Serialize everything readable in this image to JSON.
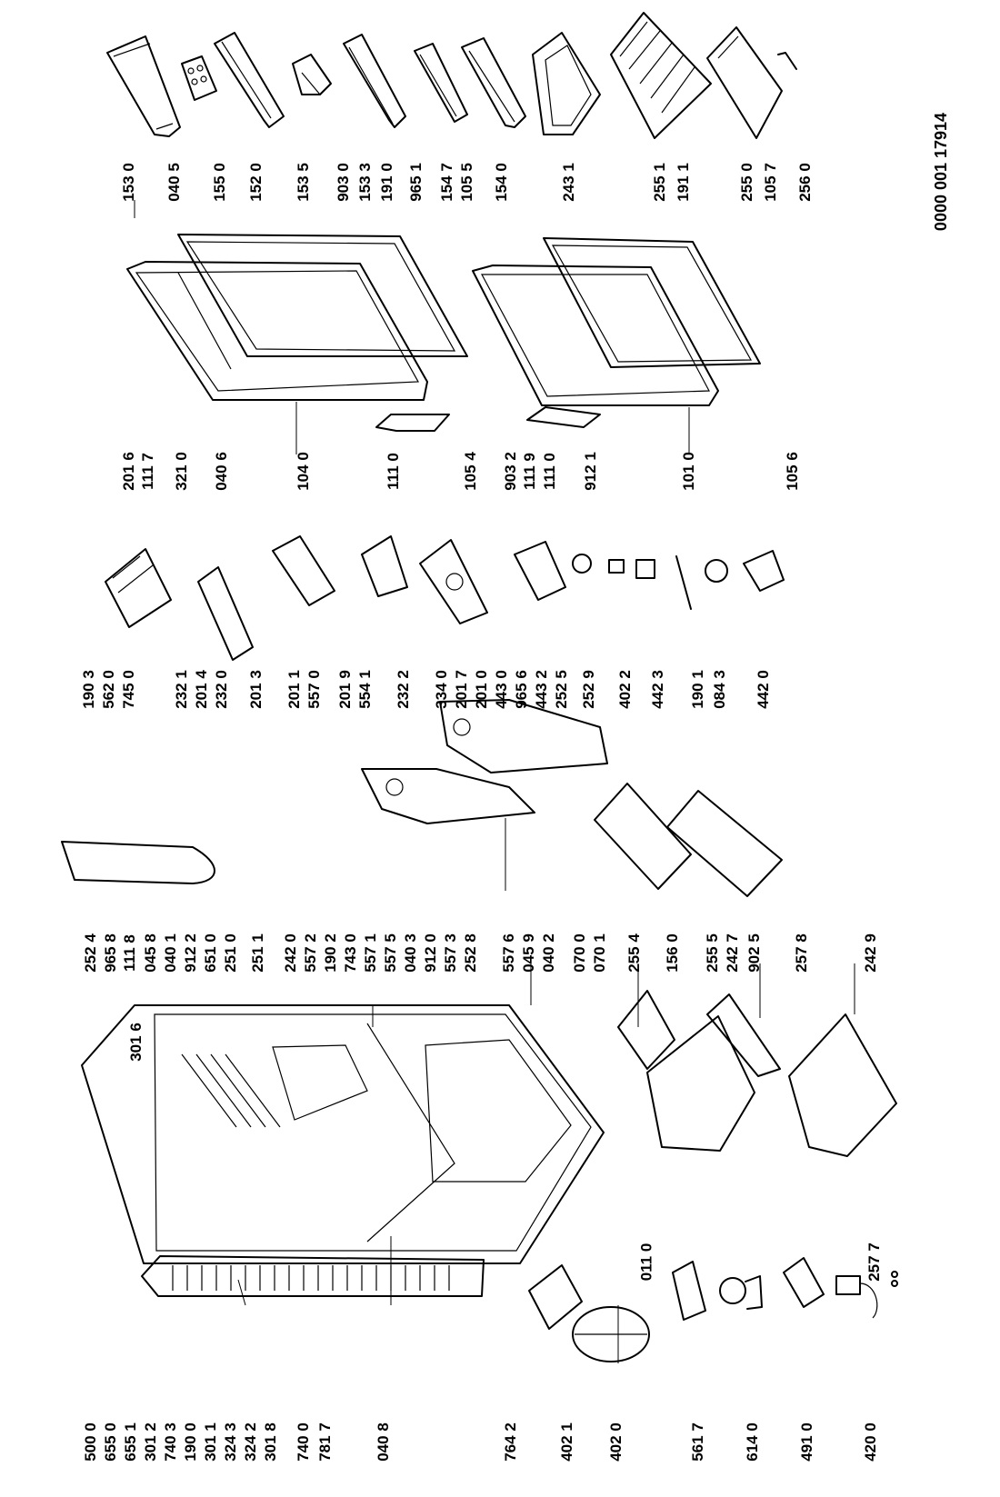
{
  "document_number": "0000 001 17914",
  "parts": [
    {
      "id": "top-1530",
      "label": "153 0"
    },
    {
      "id": "top-0405",
      "label": "040 5"
    },
    {
      "id": "top-1550",
      "label": "155 0"
    },
    {
      "id": "top-1520",
      "label": "152 0"
    },
    {
      "id": "top-1535",
      "label": "153 5"
    },
    {
      "id": "top-9030",
      "label": "903 0"
    },
    {
      "id": "top-1533",
      "label": "153 3"
    },
    {
      "id": "top-1910",
      "label": "191 0"
    },
    {
      "id": "top-9651",
      "label": "965 1"
    },
    {
      "id": "top-1547",
      "label": "154 7"
    },
    {
      "id": "top-1055",
      "label": "105 5"
    },
    {
      "id": "top-1540",
      "label": "154 0"
    },
    {
      "id": "top-2431",
      "label": "243 1"
    },
    {
      "id": "top-2551",
      "label": "255 1"
    },
    {
      "id": "top-1911",
      "label": "191 1"
    },
    {
      "id": "top-2550",
      "label": "255 0"
    },
    {
      "id": "top-1057",
      "label": "105 7"
    },
    {
      "id": "top-2560",
      "label": "256 0"
    },
    {
      "id": "mid-2016",
      "label": "201 6"
    },
    {
      "id": "mid-1117",
      "label": "111 7"
    },
    {
      "id": "mid-3210",
      "label": "321 0"
    },
    {
      "id": "mid-0406",
      "label": "040 6"
    },
    {
      "id": "mid-1040",
      "label": "104 0"
    },
    {
      "id": "mid-1110a",
      "label": "111 0"
    },
    {
      "id": "mid-1054",
      "label": "105 4"
    },
    {
      "id": "mid-9032",
      "label": "903 2"
    },
    {
      "id": "mid-1119",
      "label": "111 9"
    },
    {
      "id": "mid-1110b",
      "label": "111 0"
    },
    {
      "id": "mid-9121",
      "label": "912 1"
    },
    {
      "id": "mid-1010",
      "label": "101 0"
    },
    {
      "id": "mid-1056",
      "label": "105 6"
    },
    {
      "id": "r3-1903",
      "label": "190 3"
    },
    {
      "id": "r3-5620",
      "label": "562 0"
    },
    {
      "id": "r3-7450",
      "label": "745 0"
    },
    {
      "id": "r3-2321",
      "label": "232 1"
    },
    {
      "id": "r3-2014",
      "label": "201 4"
    },
    {
      "id": "r3-2320",
      "label": "232 0"
    },
    {
      "id": "r3-2013",
      "label": "201 3"
    },
    {
      "id": "r3-2011",
      "label": "201 1"
    },
    {
      "id": "r3-5570",
      "label": "557 0"
    },
    {
      "id": "r3-2019",
      "label": "201 9"
    },
    {
      "id": "r3-5541",
      "label": "554 1"
    },
    {
      "id": "r3-2322",
      "label": "232 2"
    },
    {
      "id": "r3-3340",
      "label": "334 0"
    },
    {
      "id": "r3-2017",
      "label": "201 7"
    },
    {
      "id": "r3-2010",
      "label": "201 0"
    },
    {
      "id": "r3-4430",
      "label": "443 0"
    },
    {
      "id": "r3-9656",
      "label": "965 6"
    },
    {
      "id": "r3-4432",
      "label": "443 2"
    },
    {
      "id": "r3-2525",
      "label": "252 5"
    },
    {
      "id": "r3-2529",
      "label": "252 9"
    },
    {
      "id": "r3-4022",
      "label": "402 2"
    },
    {
      "id": "r3-4423",
      "label": "442 3"
    },
    {
      "id": "r3-1901",
      "label": "190 1"
    },
    {
      "id": "r3-0843",
      "label": "084 3"
    },
    {
      "id": "r3-4420",
      "label": "442 0"
    },
    {
      "id": "r2-2524",
      "label": "252 4"
    },
    {
      "id": "r2-9658",
      "label": "965 8"
    },
    {
      "id": "r2-1118",
      "label": "111 8"
    },
    {
      "id": "r2-0458",
      "label": "045 8"
    },
    {
      "id": "r2-0401",
      "label": "040 1"
    },
    {
      "id": "r2-9122",
      "label": "912 2"
    },
    {
      "id": "r2-6510",
      "label": "651 0"
    },
    {
      "id": "r2-2510",
      "label": "251 0"
    },
    {
      "id": "r2-2511",
      "label": "251 1"
    },
    {
      "id": "r2-2420",
      "label": "242 0"
    },
    {
      "id": "r2-5572",
      "label": "557 2"
    },
    {
      "id": "r2-1902",
      "label": "190 2"
    },
    {
      "id": "r2-7430",
      "label": "743 0"
    },
    {
      "id": "r2-5571",
      "label": "557 1"
    },
    {
      "id": "r2-5575",
      "label": "557 5"
    },
    {
      "id": "r2-0403",
      "label": "040 3"
    },
    {
      "id": "r2-9120",
      "label": "912 0"
    },
    {
      "id": "r2-5573",
      "label": "557 3"
    },
    {
      "id": "r2-2528",
      "label": "252 8"
    },
    {
      "id": "r2-5576",
      "label": "557 6"
    },
    {
      "id": "r2-0459",
      "label": "045 9"
    },
    {
      "id": "r2-0402",
      "label": "040 2"
    },
    {
      "id": "r2-0700",
      "label": "070 0"
    },
    {
      "id": "r2-0701",
      "label": "070 1"
    },
    {
      "id": "r2-2554",
      "label": "255 4"
    },
    {
      "id": "r2-1560",
      "label": "156 0"
    },
    {
      "id": "r2-2555",
      "label": "255 5"
    },
    {
      "id": "r2-2427",
      "label": "242 7"
    },
    {
      "id": "r2-9025",
      "label": "902 5"
    },
    {
      "id": "r2-2578",
      "label": "257 8"
    },
    {
      "id": "r2-2429",
      "label": "242 9"
    },
    {
      "id": "l-3016",
      "label": "301 6"
    },
    {
      "id": "l-0110",
      "label": "011 0"
    },
    {
      "id": "l-2577",
      "label": "257 7"
    },
    {
      "id": "b-5000",
      "label": "500 0"
    },
    {
      "id": "b-6550",
      "label": "655 0"
    },
    {
      "id": "b-6551",
      "label": "655 1"
    },
    {
      "id": "b-3012",
      "label": "301 2"
    },
    {
      "id": "b-7403",
      "label": "740 3"
    },
    {
      "id": "b-1900",
      "label": "190 0"
    },
    {
      "id": "b-3011",
      "label": "301 1"
    },
    {
      "id": "b-3243",
      "label": "324 3"
    },
    {
      "id": "b-3242",
      "label": "324 2"
    },
    {
      "id": "b-3018",
      "label": "301 8"
    },
    {
      "id": "b-7400",
      "label": "740 0"
    },
    {
      "id": "b-7817",
      "label": "781 7"
    },
    {
      "id": "b-0408",
      "label": "040 8"
    },
    {
      "id": "b-7642",
      "label": "764 2"
    },
    {
      "id": "b-4021",
      "label": "402 1"
    },
    {
      "id": "b-4020",
      "label": "402 0"
    },
    {
      "id": "b-5617",
      "label": "561 7"
    },
    {
      "id": "b-6140",
      "label": "614 0"
    },
    {
      "id": "b-4910",
      "label": "491 0"
    },
    {
      "id": "b-4200",
      "label": "420 0"
    }
  ]
}
